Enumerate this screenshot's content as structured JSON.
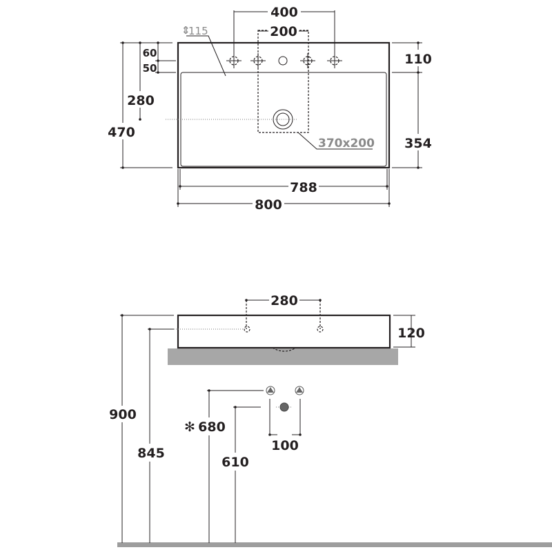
{
  "plan_view": {
    "tap_spacing_outer": "400",
    "tap_spacing_inner": "200",
    "deck_thickness": "115",
    "dim_60": "60",
    "dim_50": "50",
    "drain_from_back": "280",
    "depth_total": "470",
    "deck_depth": "110",
    "basin_depth": "354",
    "cutout_size": "370x200",
    "inner_width": "788",
    "overall_width": "800"
  },
  "elevation_view": {
    "tap_spacing": "280",
    "basin_height": "120",
    "top_height": "900",
    "tap_height": "845",
    "supply_height_note": "✻",
    "supply_height": "680",
    "waste_height": "610",
    "supply_spacing": "100"
  },
  "colors": {
    "line": "#231f20",
    "counter": "#a7a7a7",
    "floor": "#9d9d9d",
    "note": "#8a8a8a"
  }
}
